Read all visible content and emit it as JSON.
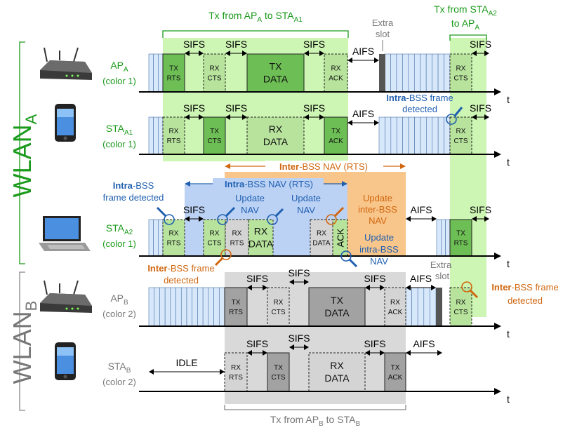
{
  "colors": {
    "green_region": "#cdf5b3",
    "green_text": "#1a9a1a",
    "blue_region": "#bcd2f5",
    "blue_text": "#1f5fb0",
    "orange_region": "#f8c58a",
    "orange_text": "#d0660f",
    "gray_region": "#d9d9d9",
    "gray_text": "#777777",
    "tx_green": "#6dbf55",
    "rx_green": "#b7e39c",
    "tx_gray": "#a2a2a2",
    "rx_gray": "#d4d4d4",
    "backoff": "#d8e8fb",
    "extra_slot": "#555555"
  },
  "wlan_a": {
    "prefix": "WLAN",
    "sub": "A"
  },
  "wlan_b": {
    "prefix": "WLAN",
    "sub": "B"
  },
  "axis_t": "t",
  "devices": {
    "ap_a": {
      "name": "AP",
      "sub": "A",
      "color": "(color 1)",
      "icon": "router-icon"
    },
    "sta_a1": {
      "name": "STA",
      "sub": "A1",
      "color": "(color 1)",
      "icon": "phone-icon"
    },
    "sta_a2": {
      "name": "STA",
      "sub": "A2",
      "color": "(color 1)",
      "icon": "laptop-icon"
    },
    "ap_b": {
      "name": "AP",
      "sub": "B",
      "color": "(color 2)",
      "icon": "router-icon"
    },
    "sta_b": {
      "name": "STA",
      "sub": "B",
      "color": "(color 2)",
      "icon": "phone-icon"
    }
  },
  "top_brackets": {
    "tx_ap_a": {
      "p1": "Tx from AP",
      "s1": "A",
      "p2": " to STA",
      "s2": "A1"
    },
    "tx_sta_a2": {
      "line1": "Tx from STA",
      "sub1": "A2",
      "line2": "to AP",
      "sub2": "A"
    }
  },
  "bottom_bracket": {
    "p1": "Tx from AP",
    "s1": "B",
    "p2": " to STA",
    "s2": "B"
  },
  "nav": {
    "inter": {
      "bold": "Inter",
      "rest": "-BSS NAV (RTS)"
    },
    "intra": {
      "bold": "Intra",
      "rest": "-BSS NAV (RTS)"
    }
  },
  "intervals": {
    "sifs": "SIFS",
    "aifs": "AIFS",
    "idle": "IDLE"
  },
  "extra_slot": {
    "line1": "Extra",
    "line2": "slot"
  },
  "boxes": {
    "tx_rts": [
      "TX",
      "RTS"
    ],
    "rx_rts": [
      "RX",
      "RTS"
    ],
    "tx_cts": [
      "TX",
      "CTS"
    ],
    "rx_cts": [
      "RX",
      "CTS"
    ],
    "tx_data": [
      "TX",
      "DATA"
    ],
    "rx_data": [
      "RX",
      "DATA"
    ],
    "tx_ack": [
      "TX",
      "ACK"
    ],
    "rx_ack": [
      "RX",
      "ACK"
    ],
    "ack_vertical": "ACK"
  },
  "annotations": {
    "intra_frame_detected_sta_a1": {
      "bold": "Intra",
      "rest": "-BSS frame",
      "line2": "detected"
    },
    "intra_frame_detected_sta_a2": {
      "bold": "Intra",
      "rest": "-BSS",
      "line2": "frame detected"
    },
    "update_nav_1": [
      "Update",
      "NAV"
    ],
    "update_nav_2": [
      "Update",
      "NAV"
    ],
    "update_inter_nav": [
      "Update",
      "inter-BSS",
      "NAV"
    ],
    "update_intra_nav": [
      "Update",
      "intra-BSS",
      "NAV"
    ],
    "inter_frame_detected_sta_a2": {
      "bold": "Inter",
      "rest": "-BSS frame",
      "line2": "detected"
    },
    "inter_frame_detected_ap_b": {
      "bold": "Inter",
      "rest": "-BSS frame",
      "line2": "detected"
    }
  }
}
